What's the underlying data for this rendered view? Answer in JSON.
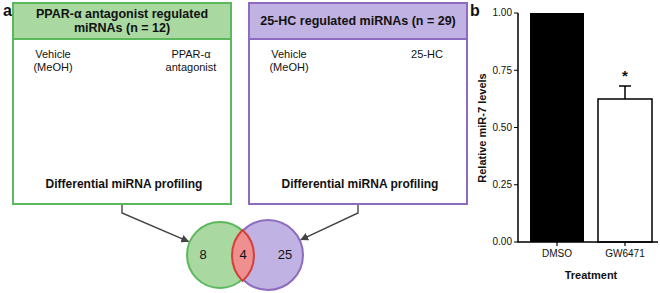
{
  "diagram": {
    "nodes": [
      {
        "text": [
          "PPAR-α antagonist regulated miRNAs (n = 12)"
        ]
      },
      {
        "text": [
          "Vehicle (MeOH)",
          "PPAR-α antagonist",
          "Differential miRNA profiling"
        ]
      },
      {
        "text": [
          "25-HC regulated miRNAs (n = 29)"
        ]
      },
      {
        "text": [
          "Vehicle (MeOH)",
          "25-HC",
          "Differential miRNA profiling"
        ]
      },
      {
        "text": [
          "8"
        ]
      },
      {
        "text": [
          "4"
        ]
      },
      {
        "text": [
          "25"
        ]
      }
    ],
    "edges": [
      {
        "from": 1,
        "to": 4,
        "arrow": "to"
      },
      {
        "from": 3,
        "to": 6,
        "arrow": "to"
      }
    ],
    "labels": [
      "a",
      "b",
      "1.00",
      "0.75",
      "0.50",
      "0.25",
      "0.00",
      "Relative miR-7 levels",
      "DMSO",
      "GW6471",
      "Treatment",
      "*"
    ]
  }
}
